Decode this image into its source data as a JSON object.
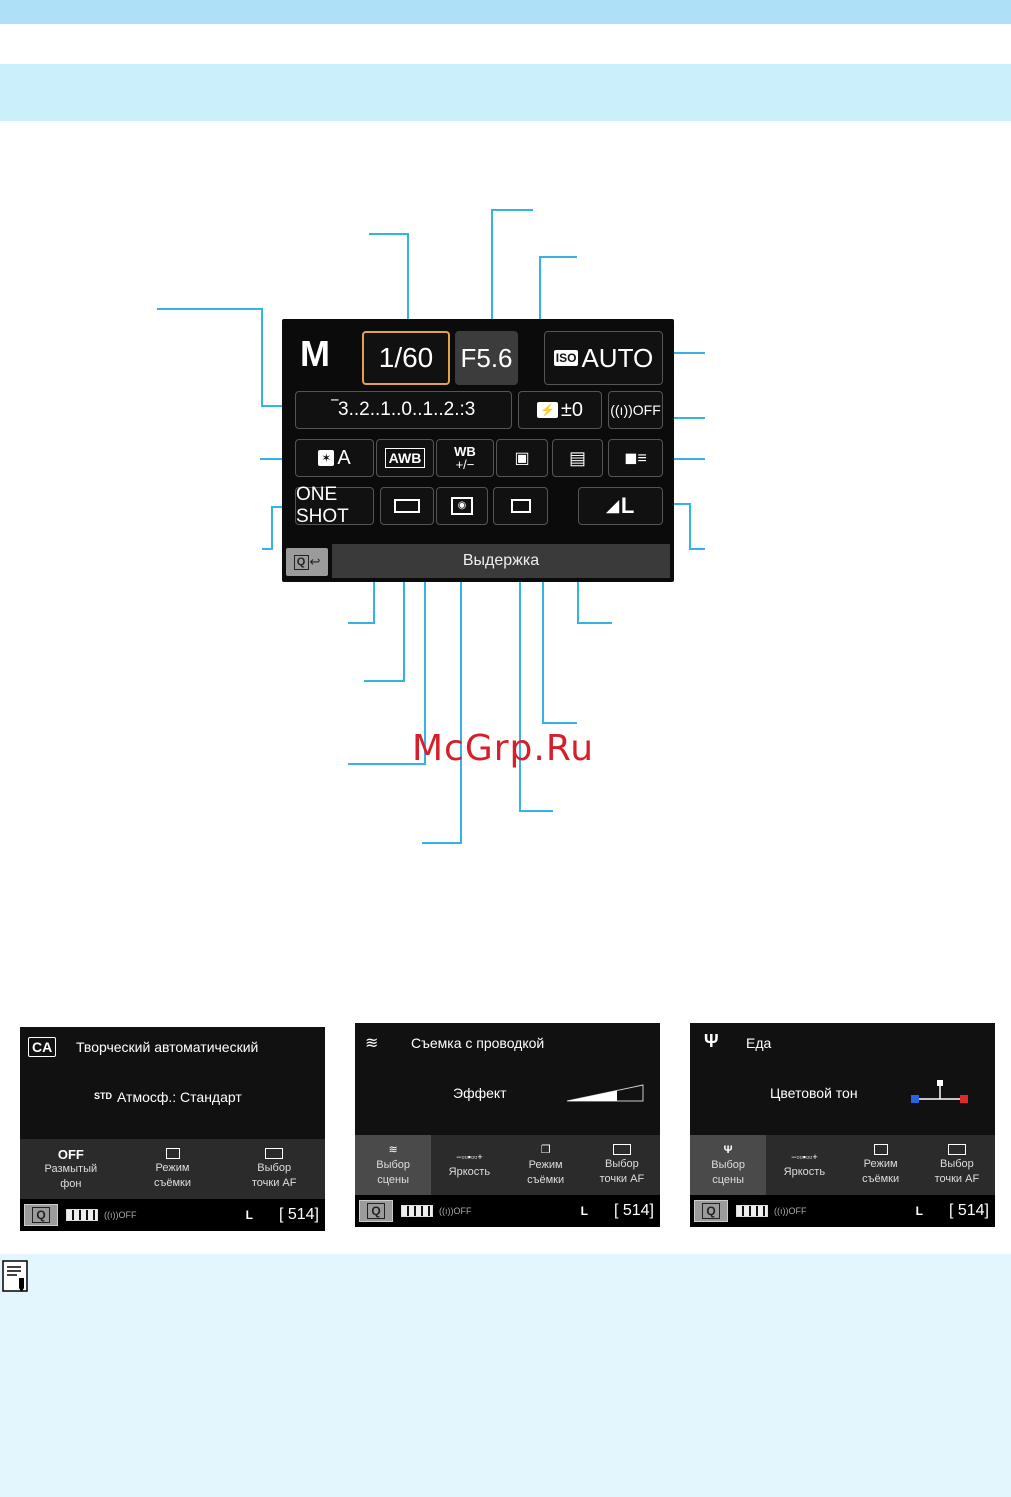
{
  "main_screen": {
    "mode": "M",
    "shutter": "1/60",
    "aperture": "F5.6",
    "iso_tag": "ISO",
    "iso_value": "AUTO",
    "exposure_scale": "‾3..2..1..0..1..2.:3",
    "flash_comp": "±0",
    "wifi": "((ı))OFF",
    "picture_style": "A",
    "wb": "AWB",
    "wb_shift_top": "WB",
    "wb_shift_bottom": "+/−",
    "af_mode": "ONE SHOT",
    "quality": "L",
    "bottom_label": "Выдержка"
  },
  "watermark": "McGrp.Ru",
  "screens": [
    {
      "mode_icon": "CA",
      "title": "Творческий автоматический",
      "subtitle_prefix": "STD",
      "subtitle": "Атмосф.: Стандарт",
      "cells": [
        {
          "top": "OFF",
          "label": "Размытый\nфон"
        },
        {
          "top": "",
          "label": "Режим\nсъёмки"
        },
        {
          "top": "",
          "label": "Выбор\nточки AF"
        }
      ],
      "quality": "L",
      "shots": "[ 514]"
    },
    {
      "title": "Съемка с проводкой",
      "effect_label": "Эффект",
      "cells": [
        {
          "label": "Выбор\nсцены"
        },
        {
          "label": "Яркость"
        },
        {
          "label": "Режим\nсъёмки"
        },
        {
          "label": "Выбор\nточки AF"
        }
      ],
      "quality": "L",
      "shots": "[ 514]"
    },
    {
      "title": "Еда",
      "effect_label": "Цветовой тон",
      "cells": [
        {
          "label": "Выбор\nсцены"
        },
        {
          "label": "Яркость"
        },
        {
          "label": "Режим\nсъёмки"
        },
        {
          "label": "Выбор\nточки AF"
        }
      ],
      "quality": "L",
      "shots": "[ 514]"
    }
  ],
  "colors": {
    "leader": "#35b3e4",
    "selected": "#e3a14a",
    "band_top": "#aee0f7",
    "band_mid": "#cceffc",
    "note_band": "#e3f5fd",
    "watermark": "#d61f2a"
  }
}
